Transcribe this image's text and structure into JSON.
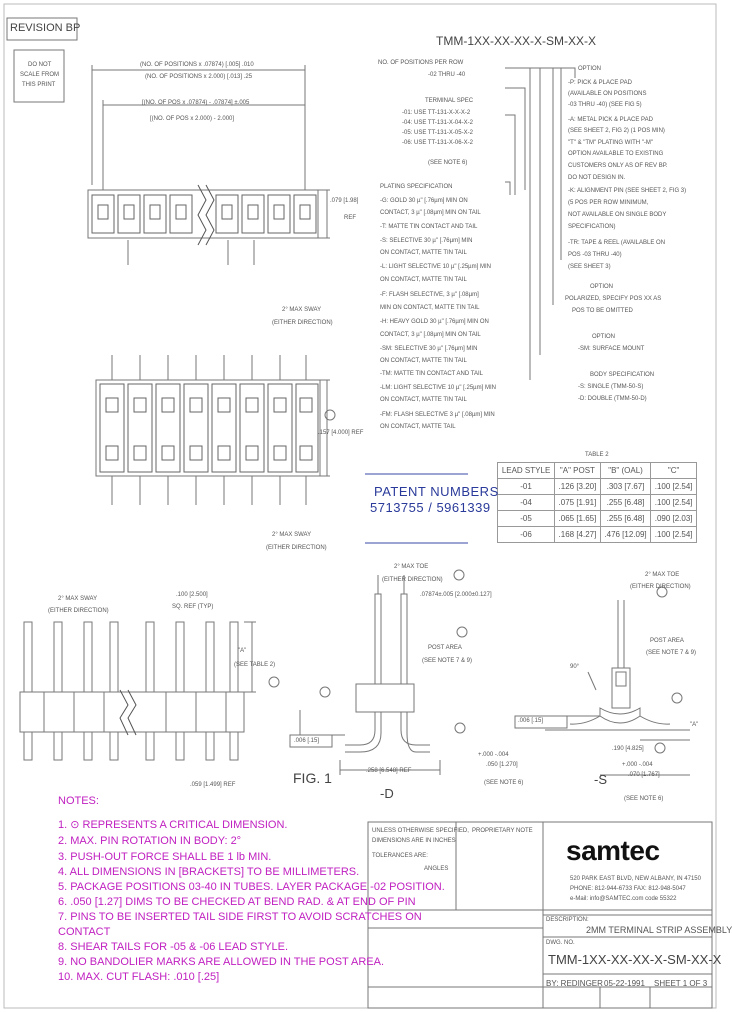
{
  "revision": "REVISION BP",
  "scale_note": [
    "DO NOT",
    "SCALE FROM",
    "THIS PRINT"
  ],
  "part_number": "TMM-1XX-XX-XX-X-SM-XX-X",
  "top_dims": {
    "d1": "(NO. OF POSITIONS x .07874) [.005] .010",
    "d2": "(NO. OF POSITIONS x 2.000) [.013] .25",
    "d3": "[(NO. OF POS x .07874) - .07874] ±.005",
    "d4": "[(NO. OF POS x 2.000) - 2.000]",
    "h1": ".079 [1.98]",
    "h1b": "REF",
    "ws1": "2° MAX SWAY",
    "ws1b": "(EITHER DIRECTION)",
    "h2": ".157 [4.000] REF",
    "ws2": "2° MAX SWAY",
    "ws2b": "(EITHER DIRECTION)"
  },
  "spec": {
    "positions_label": "NO. OF POSITIONS PER ROW",
    "positions_range": "-02 THRU -40",
    "terminal_label": "TERMINAL SPEC",
    "terminal_items": [
      "-01: USE TT-131-X-X-X-2",
      "-04: USE TT-131-X-04-X-2",
      "-05: USE TT-131-X-05-X-2",
      "-06: USE TT-131-X-06-X-2"
    ],
    "terminal_note": "(SEE NOTE 6)",
    "plating_label": "PLATING SPECIFICATION",
    "plating_items": [
      "-G: GOLD 30 µ\" [.76µm] MIN ON",
      "    CONTACT, 3 µ\" [.08µm] MIN ON TAIL",
      "-T: MATTE TIN CONTACT AND TAIL",
      "-S: SELECTIVE 30 µ\" [.76µm] MIN",
      "    ON CONTACT, MATTE TIN TAIL",
      "-L: LIGHT SELECTIVE 10 µ\" [.25µm] MIN",
      "    ON CONTACT, MATTE TIN TAIL",
      "-F: FLASH SELECTIVE, 3 µ\" [.08µm]",
      "    MIN ON CONTACT, MATTE TIN TAIL",
      "-H: HEAVY GOLD 30 µ\" [.76µm] MIN ON",
      "    CONTACT, 3 µ\" [.08µm] MIN ON TAIL",
      "-SM: SELECTIVE 30 µ\" [.76µm] MIN",
      "    ON CONTACT, MATTE TIN TAIL",
      "-TM: MATTE TIN CONTACT AND TAIL",
      "-LM: LIGHT SELECTIVE 10 µ\" [.25µm] MIN",
      "    ON CONTACT, MATTE TIN TAIL",
      "-FM: FLASH SELECTIVE 3 µ\" [.08µm] MIN",
      "    ON CONTACT, MATTE TAIL"
    ]
  },
  "options": {
    "label": "OPTION",
    "items": [
      "-P: PICK & PLACE PAD",
      "    (AVAILABLE ON POSITIONS",
      "    -03 THRU -40) (SEE FIG 5)",
      "-A: METAL PICK & PLACE PAD",
      "    (SEE SHEET 2, FIG 2) (1 POS MIN)",
      "    \"T\" & \"TM\" PLATING WITH \"-M\"",
      "    OPTION AVAILABLE TO EXISTING",
      "    CUSTOMERS ONLY AS OF REV BP.",
      "    DO NOT DESIGN IN.",
      "-K: ALIGNMENT PIN (SEE SHEET 2, FIG 3)",
      "    (5 POS PER ROW MINIMUM,",
      "    NOT AVAILABLE ON SINGLE BODY",
      "    SPECIFICATION)",
      "-TR: TAPE & REEL (AVAILABLE ON",
      "    POS -03 THRU -40)",
      "    (SEE SHEET 3)",
      "OPTION",
      "POLARIZED, SPECIFY POS XX AS",
      "POS TO BE OMITTED",
      "OPTION",
      "-SM: SURFACE MOUNT",
      "BODY SPECIFICATION",
      "-S: SINGLE (TMM-50-S)",
      "-D: DOUBLE (TMM-50-D)"
    ]
  },
  "table": {
    "title": "TABLE 2",
    "headers": [
      "LEAD STYLE",
      "\"A\" POST",
      "\"B\" (OAL)",
      "\"C\""
    ],
    "rows": [
      [
        "-01",
        ".126 [3.20]",
        ".303 [7.67]",
        ".100 [2.54]"
      ],
      [
        "-04",
        ".075 [1.91]",
        ".255 [6.48]",
        ".100 [2.54]"
      ],
      [
        "-05",
        ".065 [1.65]",
        ".255 [6.48]",
        ".090 [2.03]"
      ],
      [
        "-06",
        ".168 [4.27]",
        ".476 [12.09]",
        ".100 [2.54]"
      ]
    ]
  },
  "patent": {
    "label": "PATENT NUMBERS",
    "numbers": "5713755 / 5961339"
  },
  "side_view": {
    "ws": "2° MAX SWAY",
    "ws2": "(EITHER DIRECTION)",
    "pitch": ".100 [2.500]",
    "pitch2": "SQ. REF (TYP)",
    "a": "\"A\"",
    "a2": "(SEE TABLE 2)",
    "bottom": ".059 [1.499] REF"
  },
  "figure": {
    "toe": "2° MAX TOE",
    "toe2": "(EITHER DIRECTION)",
    "pitch": ".07874±.005 [2.000±0.127]",
    "post": "POST AREA",
    "post2": "(SEE NOTE 7 & 9)",
    "flat": ".006 [.15]",
    "w": ".258 [6.548] REF",
    "c": ".050 [1.270]",
    "c_tol": "+.000 -.004",
    "c_note": "(SEE NOTE 6)",
    "fig": "FIG. 1",
    "view": "-D"
  },
  "figure_s": {
    "toe": "2° MAX TOE",
    "toe2": "(EITHER DIRECTION)",
    "post": "POST AREA",
    "post2": "(SEE NOTE 7 & 9)",
    "angle": "90°",
    "flat": ".006 [.15]",
    "a": "\"A\"",
    "ref": ".190 [4.825]",
    "c": ".070 [1.767]",
    "c_tol": "+.000 -.004",
    "c_note": "(SEE NOTE 6)",
    "view": "-S"
  },
  "notes": {
    "title": "NOTES:",
    "items": [
      "1.    ⊙ REPRESENTS A CRITICAL DIMENSION.",
      "2.    MAX. PIN ROTATION IN BODY: 2°",
      "3.    PUSH-OUT FORCE SHALL BE 1 lb MIN.",
      "4.    ALL DIMENSIONS IN [BRACKETS] TO BE MILLIMETERS.",
      "5.    PACKAGE POSITIONS 03-40 IN TUBES. LAYER PACKAGE -02 POSITION.",
      "6.    .050 [1.27] DIMS TO BE CHECKED AT BEND RAD. & AT END OF PIN",
      "7.    PINS TO BE INSERTED TAIL SIDE FIRST TO AVOID SCRATCHES ON",
      "       CONTACT",
      "8.    SHEAR TAILS FOR -05 & -06 LEAD STYLE.",
      "9.    NO BANDOLIER MARKS ARE ALLOWED IN THE POST AREA.",
      "10.  MAX. CUT FLASH: .010 [.25]"
    ]
  },
  "title_block": {
    "unless": "UNLESS OTHERWISE SPECIFIED,",
    "unless2": "DIMENSIONS ARE IN INCHES",
    "tol": "TOLERANCES ARE:",
    "angles": "ANGLES",
    "prop": "PROPRIETARY NOTE",
    "company": "SAMTEC",
    "addr1": "520 PARK EAST BLVD, NEW ALBANY, IN 47150",
    "addr2": "PHONE: 812-944-6733  FAX: 812-948-5047",
    "addr3": "e-Mail: info@SAMTEC.com  code 55322",
    "desc_label": "DESCRIPTION:",
    "desc": "2MM TERMINAL STRIP ASSEMBLY",
    "dwg_label": "DWG. NO.",
    "dwg": "TMM-1XX-XX-XX-X-SM-XX-X",
    "by": "BY: REDINGER",
    "date": "05-22-1991",
    "sheet": "SHEET 1 OF 3"
  },
  "colors": {
    "note": "#c020c0",
    "patent": "#2a3a9a"
  }
}
